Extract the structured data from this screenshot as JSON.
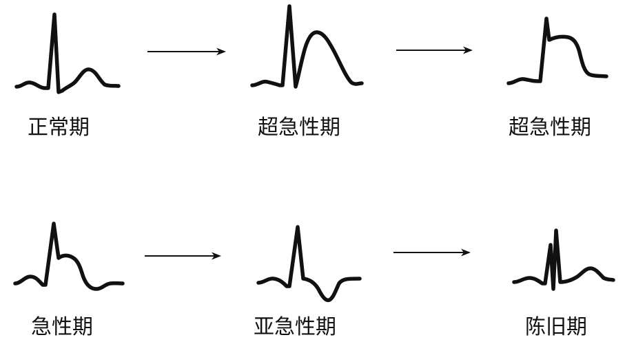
{
  "stages": [
    {
      "label": "正常期"
    },
    {
      "label": "超急性期"
    },
    {
      "label": "超急性期"
    },
    {
      "label": "急性期"
    },
    {
      "label": "亚急性期"
    },
    {
      "label": "陈旧期"
    }
  ]
}
